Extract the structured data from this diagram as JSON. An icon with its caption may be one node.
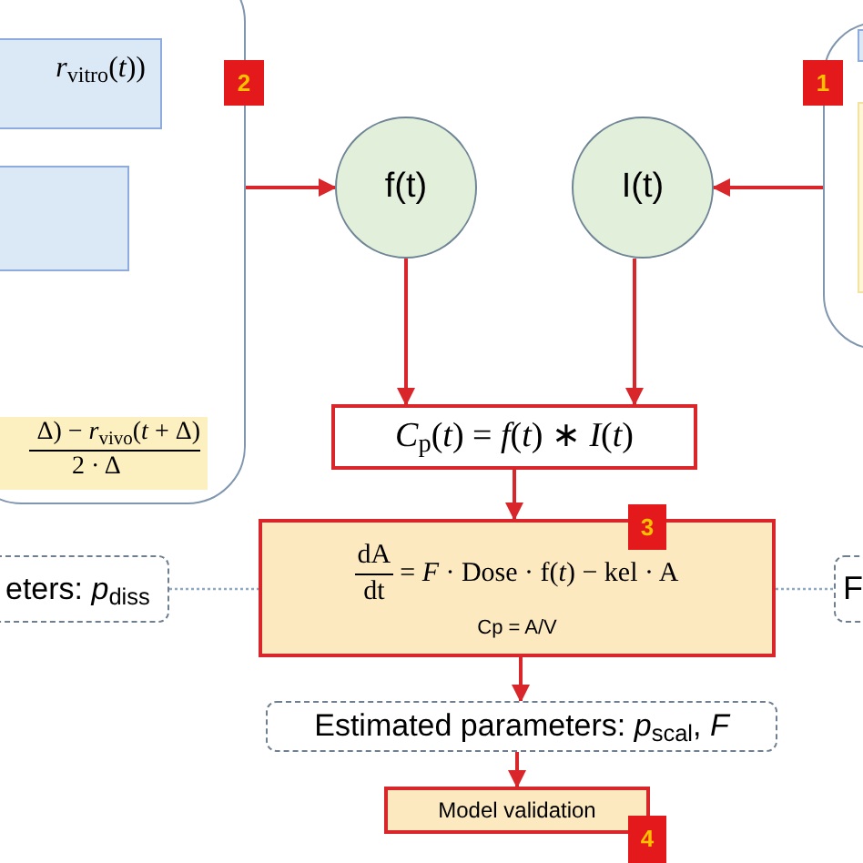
{
  "diagram": {
    "nodes": [
      {
        "text": [],
        "shape": "box"
      },
      {
        "text": [
          "*r*$_{vitro}$(*t*))"
        ],
        "in": 0
      },
      {
        "text": [],
        "shape": "box",
        "in": 0
      },
      {
        "text": [
          "Δ) − *r*$_{vivo}$(*t* + Δ)",
          "2 · Δ"
        ],
        "in": 0
      },
      {
        "text": [
          "2"
        ]
      },
      {
        "text": [
          "f(t)"
        ]
      },
      {
        "text": [
          "I(t)"
        ]
      },
      {
        "text": [],
        "shape": "box"
      },
      {
        "text": [],
        "shape": "box",
        "in": 7
      },
      {
        "text": [],
        "shape": "box",
        "in": 7
      },
      {
        "text": [
          "1"
        ]
      },
      {
        "text": [
          "*C*$_{p}$(*t*) = *f*(*t*) ∗ *I*(*t*)"
        ]
      },
      {
        "text": [
          "eters: *p*$_{diss}$"
        ]
      },
      {
        "text": [
          "dA",
          "dt",
          "= *F* · Dose · f(*t*) − kel · A",
          "Cp = A/V"
        ]
      },
      {
        "text": [
          "3"
        ]
      },
      {
        "text": [
          "F"
        ]
      },
      {
        "text": [
          "Estimated parameters: *p*$_{scal}$, *F*"
        ]
      },
      {
        "text": [
          "Model validation"
        ]
      },
      {
        "text": [
          "4"
        ]
      }
    ],
    "edges": [
      {
        "from": 0,
        "to": 5,
        "arrow": "to"
      },
      {
        "from": 7,
        "to": 6,
        "arrow": "to"
      },
      {
        "from": 5,
        "to": 11,
        "arrow": "to"
      },
      {
        "from": 6,
        "to": 11,
        "arrow": "to"
      },
      {
        "from": 11,
        "to": 13,
        "arrow": "to"
      },
      {
        "from": 12,
        "to": 13,
        "arrow": "none",
        "style": "dashed",
        "color": "#8ea9c1"
      },
      {
        "from": 13,
        "to": 15,
        "arrow": "none",
        "style": "dashed",
        "color": "#8ea9c1"
      },
      {
        "from": 13,
        "to": 16,
        "arrow": "to"
      },
      {
        "from": 16,
        "to": 17,
        "arrow": "to"
      }
    ]
  }
}
